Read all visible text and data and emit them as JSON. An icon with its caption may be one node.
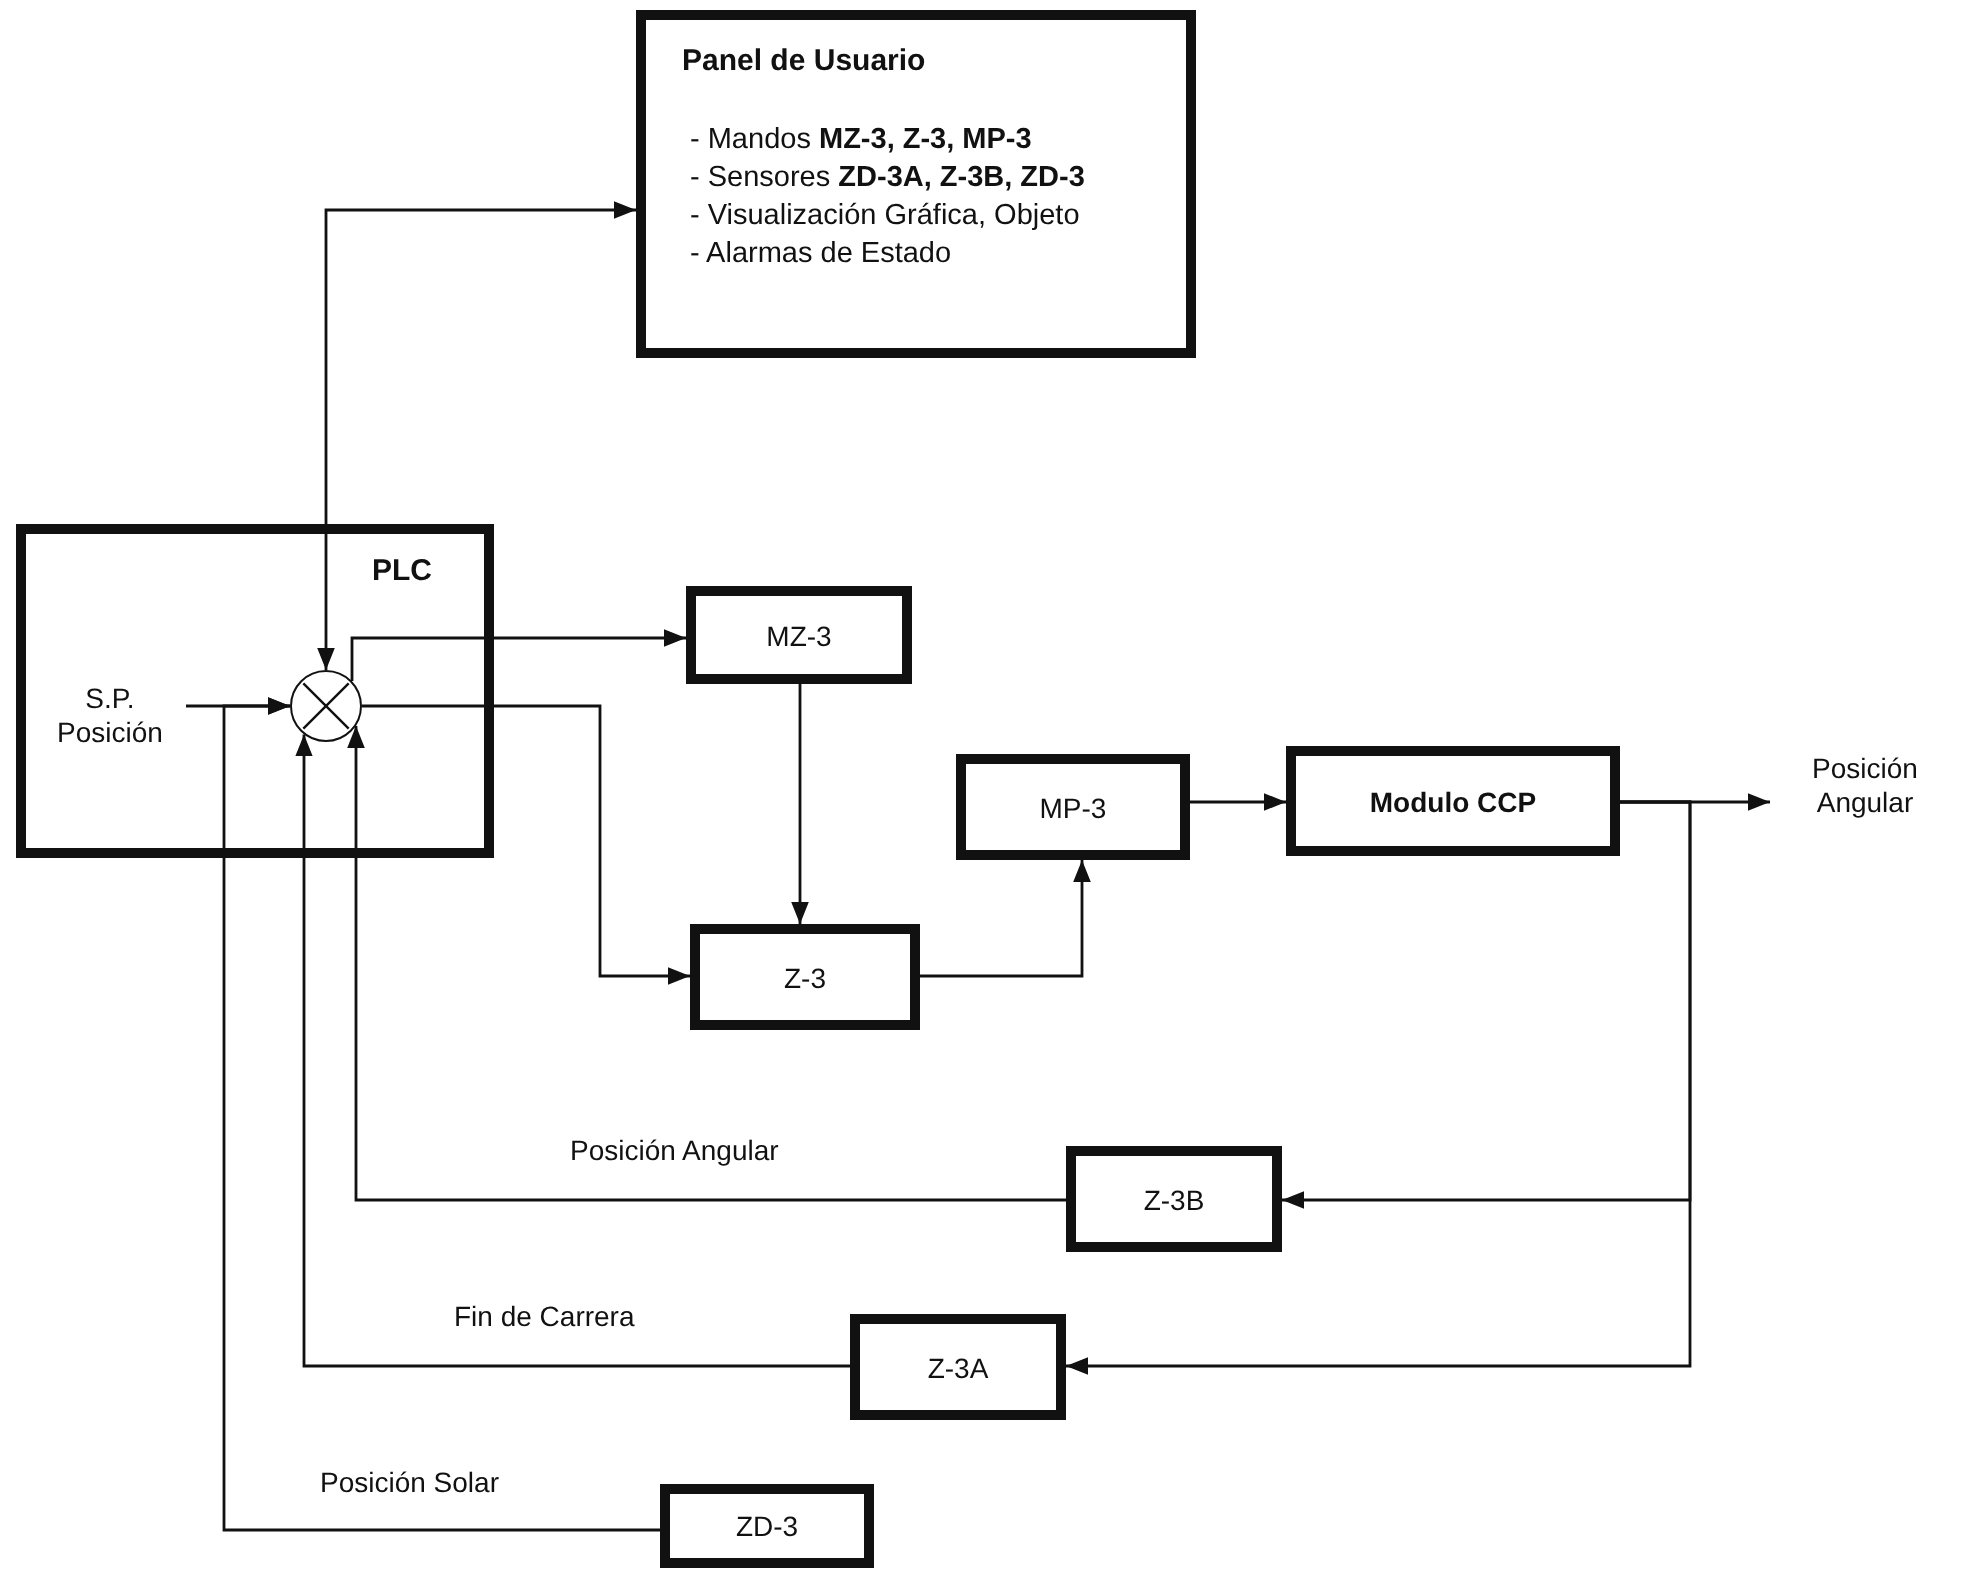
{
  "diagram": {
    "nodes": [
      {
        "text": [
          "Panel de Usuario",
          "- Mandos **MZ-3, Z-3, MP-3**",
          "- Sensores **ZD-3A, Z-3B, ZD-3**",
          "- Visualización Gráfica, Objeto",
          "- Alarmas de Estado"
        ]
      },
      {
        "text": [
          "PLC"
        ]
      },
      {
        "text": [
          "S.P. Posición"
        ],
        "in": 1
      },
      {
        "text": [],
        "shape": "circle",
        "in": 1
      },
      {
        "text": [
          "MZ-3"
        ]
      },
      {
        "text": [
          "Z-3"
        ]
      },
      {
        "text": [
          "MP-3"
        ]
      },
      {
        "text": [
          "Modulo CCP"
        ]
      },
      {
        "text": [
          "Posición Angular"
        ]
      },
      {
        "text": [
          "Z-3B"
        ]
      },
      {
        "text": [
          "Z-3A"
        ]
      },
      {
        "text": [
          "ZD-3"
        ]
      }
    ],
    "edges": [
      {
        "from": 3,
        "to": 0,
        "arrow": "both"
      },
      {
        "from": 2,
        "to": 3,
        "arrow": "to"
      },
      {
        "from": 3,
        "to": 4,
        "arrow": "to"
      },
      {
        "from": 3,
        "to": 5,
        "arrow": "to"
      },
      {
        "from": 4,
        "to": 5,
        "arrow": "to"
      },
      {
        "from": 5,
        "to": 6,
        "arrow": "to"
      },
      {
        "from": 6,
        "to": 7,
        "arrow": "to"
      },
      {
        "from": 7,
        "to": 8,
        "arrow": "to"
      },
      {
        "from": 7,
        "to": 9,
        "arrow": "to"
      },
      {
        "from": 7,
        "to": 10,
        "arrow": "to"
      },
      {
        "from": 9,
        "to": 3,
        "arrow": "to",
        "label": "Posición Angular"
      },
      {
        "from": 10,
        "to": 3,
        "arrow": "to",
        "label": "Fin de Carrera"
      },
      {
        "from": 11,
        "to": 3,
        "arrow": "to",
        "label": "Posición Solar"
      }
    ]
  }
}
